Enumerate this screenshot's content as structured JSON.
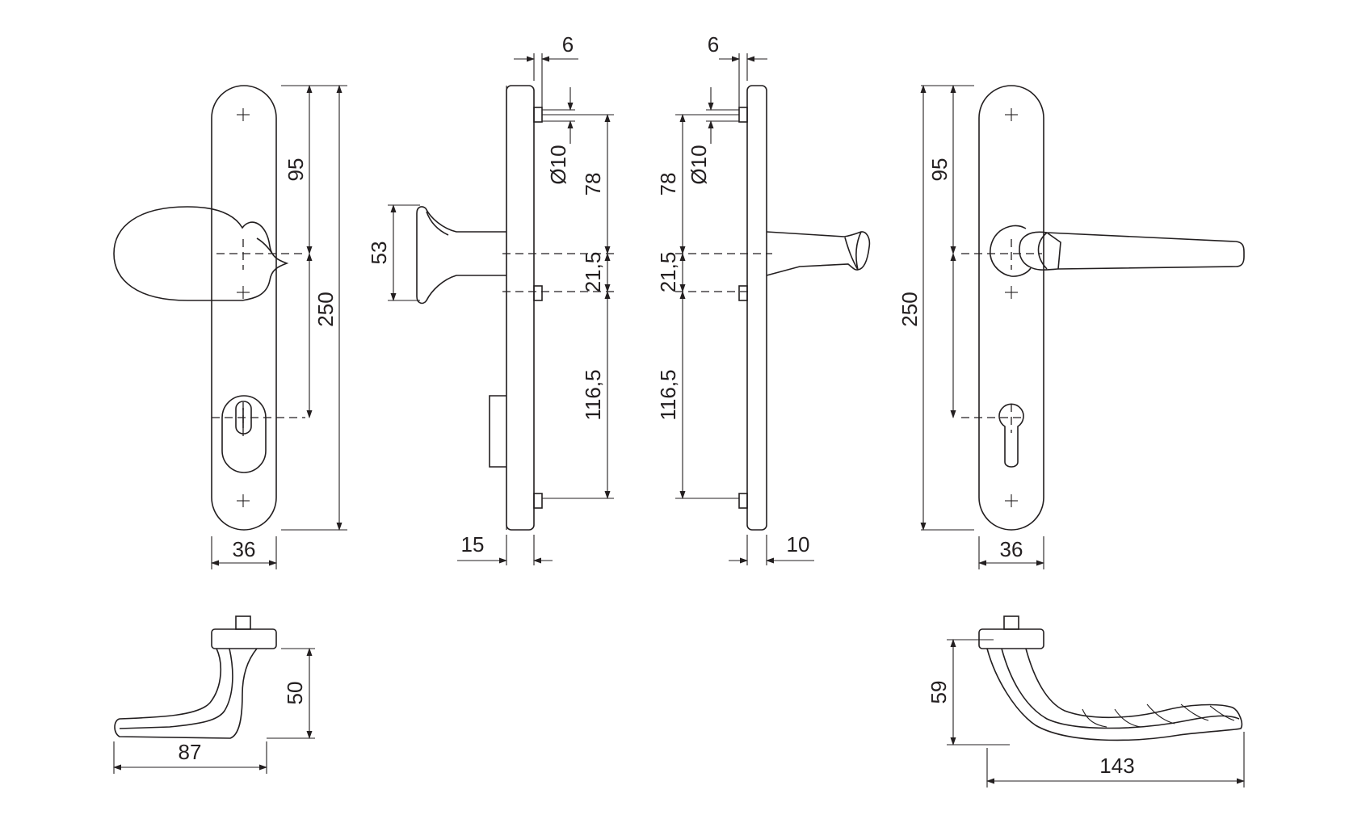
{
  "dimensions": {
    "escutcheon_width": "36",
    "upper_length": "95",
    "total_length": "250",
    "side_offset": "6",
    "hole_diameter": "Ø10",
    "distance_to_spindle": "78",
    "spindle_to_hole": "21,5",
    "hole_to_bottom": "116,5",
    "knob_height": "53",
    "plate_thickness_outer": "15",
    "plate_thickness_inner": "10",
    "knob_handle_drop": "50",
    "knob_handle_length": "87",
    "lever_drop": "59",
    "lever_length": "143"
  },
  "colors": {
    "line": "#231f20",
    "background": "#ffffff"
  }
}
